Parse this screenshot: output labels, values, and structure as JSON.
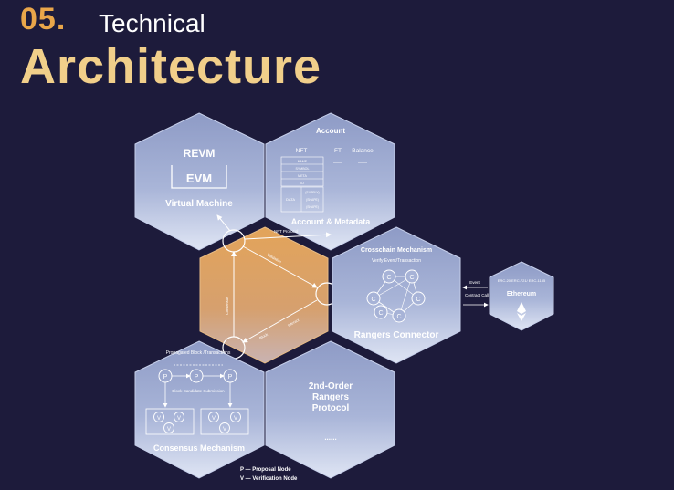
{
  "header": {
    "number": "05.",
    "subtitle": "Technical",
    "title": "Architecture"
  },
  "colors": {
    "background": "#1d1b3b",
    "accent_orange": "#e9a64a",
    "title_gold": "#f1cf8a"
  },
  "vm": {
    "top": "REVM",
    "box": "EVM",
    "label": "Virtual Machine"
  },
  "account": {
    "title": "Account",
    "cols": [
      "NFT",
      "FT",
      "Balance"
    ],
    "rows": [
      "NAME",
      "SYMBOL",
      "META",
      "ID"
    ],
    "data_label": "DATA",
    "data_rows": [
      "(SUPPLY)",
      "(SHAPE)",
      "(SHAPE)"
    ],
    "ft_value": "——",
    "balance_value": "——",
    "label": "Account & Metadata"
  },
  "crosschain": {
    "title": "Crosschain Mechanism",
    "subtitle": "Verify Event/Transaction",
    "node": "C",
    "label": "Rangers Connector"
  },
  "ethereum": {
    "standards": "ERC-20/ERC-721/ ERC-1155",
    "name": "Ethereum",
    "event": "Event",
    "contract_call": "Contract Call"
  },
  "core": {
    "arrow_top": "NFT Protocol",
    "arrow_top2": "Validation",
    "arrow_left": "Consensus",
    "arrow_br1": "Block",
    "arrow_br2": "Interact"
  },
  "consensus": {
    "propagated": "Propagated Block /Transactions",
    "candidate": "Block Candidate Submission",
    "p": "P",
    "v": "V",
    "label": "Consensus Mechanism"
  },
  "protocol": {
    "line1": "2nd-Order",
    "line2": "Rangers",
    "line3": "Protocol",
    "dots": "......"
  },
  "legend": {
    "p": "P — Proposal Node",
    "v": "V — Verification Node"
  }
}
